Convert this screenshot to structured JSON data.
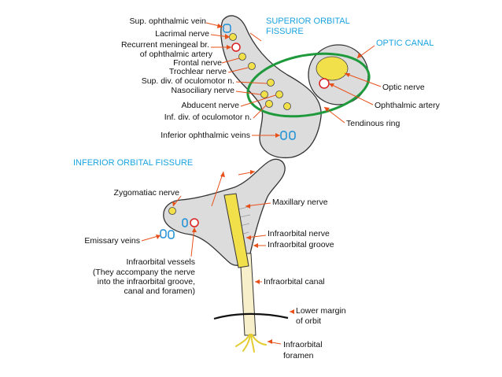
{
  "colors": {
    "structure_fill": "#dcdcdc",
    "structure_stroke": "#333333",
    "nerve_fill": "#f2e04a",
    "vein_stroke": "#1a8fd6",
    "artery_stroke": "#d92020",
    "ring_stroke": "#1e9a3c",
    "leader": "#e8501a",
    "heading": "#1aa3e0"
  },
  "headings": {
    "superior_orbital_fissure": [
      "SUPERIOR ORBITAL",
      "FISSURE"
    ],
    "optic_canal": "OPTIC CANAL",
    "inferior_orbital_fissure": "INFERIOR ORBITAL FISSURE"
  },
  "left_labels": {
    "sup_ophthalmic_vein": "Sup. ophthalmic vein",
    "lacrimal_nerve": "Lacrimal nerve",
    "recurrent_meningeal": [
      "Recurrent meningeal br.",
      "of ophthalmic artery"
    ],
    "frontal_nerve": "Frontal nerve",
    "trochlear_nerve": "Trochlear nerve",
    "sup_div_oculomotor": "Sup. div. of oculomotor n.",
    "nasociliary_nerve": "Nasociliary nerve",
    "abducent_nerve": "Abducent nerve",
    "inf_div_oculomotor": "Inf. div. of oculomotor n.",
    "inferior_ophthalmic_veins": "Inferior ophthalmic veins",
    "zygomatic_nerve": "Zygomatiac nerve",
    "emissary_veins": "Emissary veins",
    "infraorbital_vessels": [
      "Infraorbital vessels",
      "(They accompany the nerve",
      "into the infraorbital groove,",
      "canal and foramen)"
    ]
  },
  "right_labels": {
    "optic_nerve": "Optic nerve",
    "ophthalmic_artery": "Ophthalmic artery",
    "tendinous_ring": "Tendinous ring",
    "maxillary_nerve": "Maxillary nerve",
    "infraorbital_nerve": "Infraorbital nerve",
    "infraorbital_groove": "Infraorbital groove",
    "infraorbital_canal": "Infraorbital canal",
    "lower_margin": [
      "Lower margin",
      "of orbit"
    ],
    "infraorbital_foramen": [
      "Infraorbital",
      "foramen"
    ]
  }
}
